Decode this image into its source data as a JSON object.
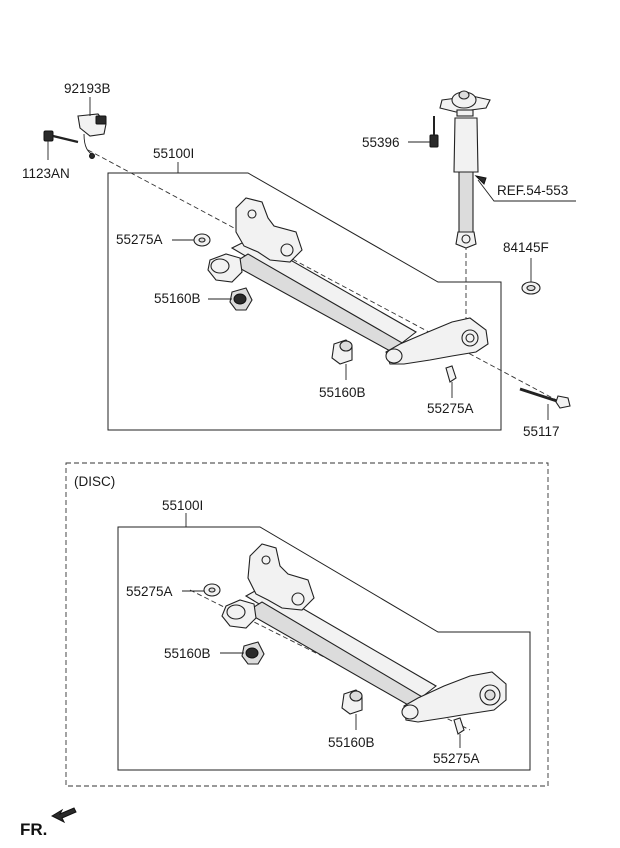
{
  "labels": {
    "p92193B": "92193B",
    "p1123AN": "1123AN",
    "p55100I_top": "55100I",
    "p55275A_top_left": "55275A",
    "p55160B_top_left": "55160B",
    "p55160B_top_right": "55160B",
    "p55275A_top_right": "55275A",
    "p55396": "55396",
    "ref": "REF.54-553",
    "p84145F": "84145F",
    "p55117": "55117",
    "disc": "(DISC)",
    "p55100I_bottom": "55100I",
    "p55275A_bottom_left": "55275A",
    "p55160B_bottom_left": "55160B",
    "p55160B_bottom_right": "55160B",
    "p55275A_bottom_right": "55275A",
    "fr": "FR."
  }
}
